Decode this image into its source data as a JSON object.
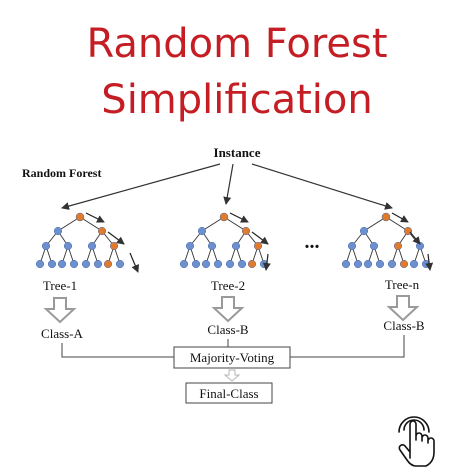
{
  "title": {
    "line1": "Random Forest",
    "line2": "Simplification"
  },
  "diagram": {
    "instance_label": "Instance",
    "forest_label": "Random Forest",
    "ellipsis": "...",
    "trees": [
      {
        "label": "Tree-1",
        "class_label": "Class-A"
      },
      {
        "label": "Tree-2",
        "class_label": "Class-B"
      },
      {
        "label": "Tree-n",
        "class_label": "Class-B"
      }
    ],
    "voting_label": "Majority-Voting",
    "final_label": "Final-Class"
  },
  "colors": {
    "title": "#c41e24",
    "node_blue": "#6b8fcf",
    "node_orange": "#e07a2c",
    "line": "#333333",
    "hollow_arrow": "#9a9a9a"
  },
  "icons": {
    "corner": "hand-pointer-icon"
  }
}
